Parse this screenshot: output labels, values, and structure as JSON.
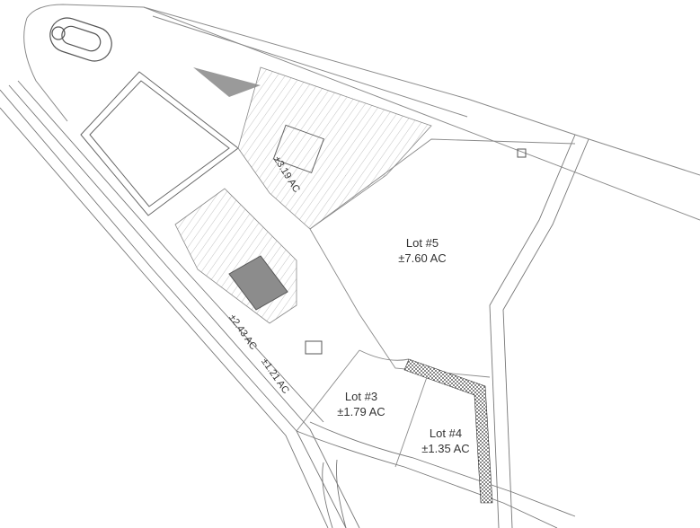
{
  "lots": [
    {
      "id": "lot-5",
      "name": "Lot #5",
      "area": "±7.60 AC"
    },
    {
      "id": "lot-3",
      "name": "Lot #3",
      "area": "±1.79 AC"
    },
    {
      "id": "lot-4",
      "name": "Lot #4",
      "area": "±1.35 AC"
    }
  ],
  "rotated_labels": {
    "upper_area": "±3.19 AC",
    "mid_area": "±2.43 AC",
    "small_area": "±1.21 AC"
  },
  "colors": {
    "line": "#8a8a8a",
    "dark_line": "#555555",
    "building": "#8c8c8c",
    "hatch": "#3a3a3a"
  }
}
